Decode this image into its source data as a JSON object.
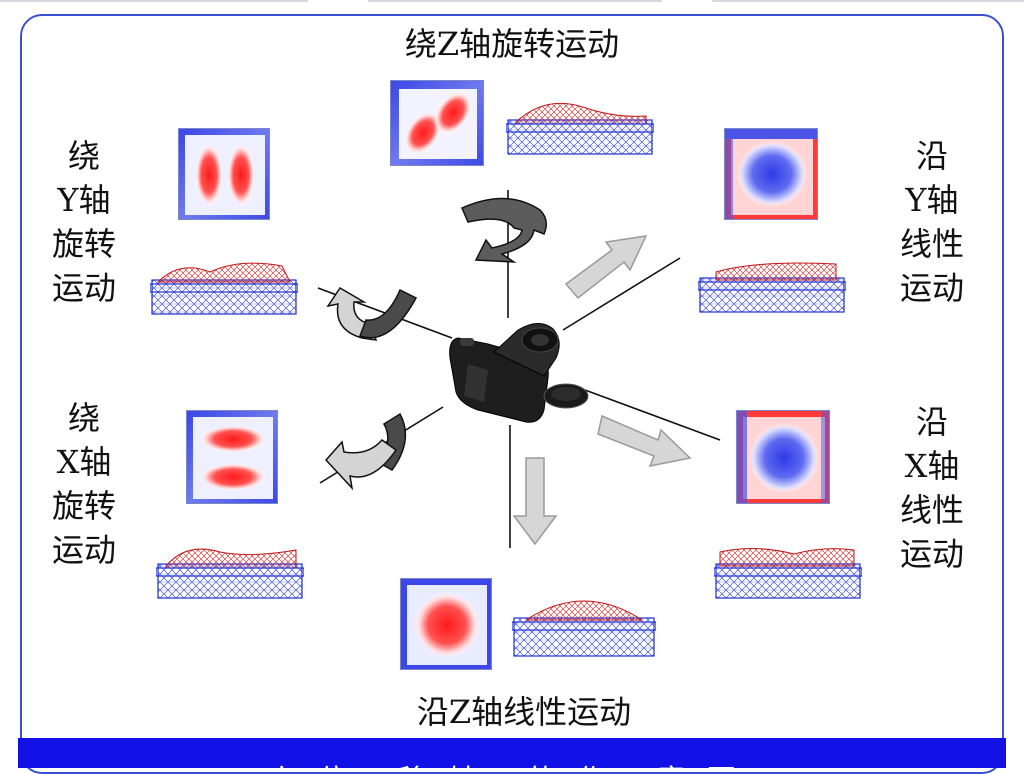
{
  "labels": {
    "z_rotation": "绕Z轴旋转运动",
    "z_linear": "沿Z轴线性运动",
    "y_rotation": [
      "绕",
      "Y轴",
      "旋转",
      "运动"
    ],
    "x_rotation": [
      "绕",
      "X轴",
      "旋转",
      "运动"
    ],
    "y_linear": [
      "沿",
      "Y轴",
      "线性",
      "运动"
    ],
    "x_linear": [
      "沿",
      "X轴",
      "线性",
      "运动"
    ]
  },
  "footer": {
    "text": "六位   移轴   的作   意图"
  },
  "colors": {
    "frame_border": "#3b4fd1",
    "footer_bg": "#1212e6",
    "mode_red": "#ff2020",
    "mode_blue": "#3a46e8",
    "mesh_blue": "#1d2fd0",
    "arrow_gray": "#5a5a5a",
    "arrow_light": "#d6d6d6"
  },
  "icons": {
    "center": "camera-icon",
    "rotation": "curved-rotation-arrow-icon",
    "linear": "straight-arrow-icon"
  }
}
